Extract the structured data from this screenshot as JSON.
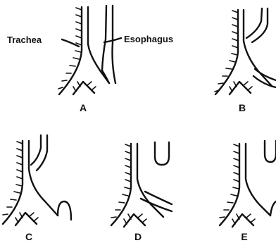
{
  "labels": {
    "trachea": "Trachea",
    "esophagus": "Esophagus"
  },
  "panels": [
    {
      "letter": "A"
    },
    {
      "letter": "B"
    },
    {
      "letter": "C"
    },
    {
      "letter": "D"
    },
    {
      "letter": "E"
    }
  ]
}
